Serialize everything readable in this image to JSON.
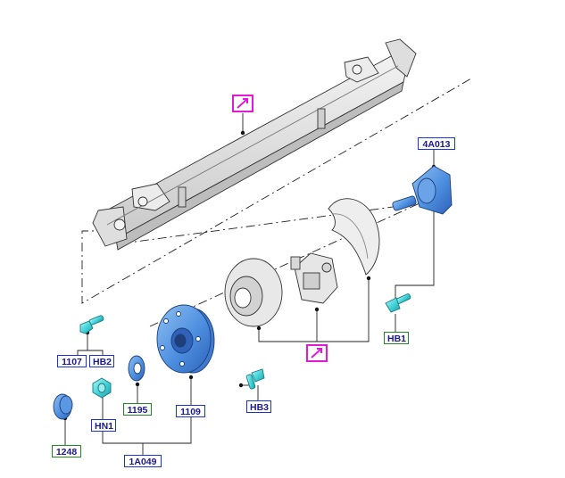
{
  "callouts": {
    "c4A013": "4A013",
    "c1107": "1107",
    "cHB2": "HB2",
    "c1195": "1195",
    "c1109": "1109",
    "cHB3": "HB3",
    "cHB1": "HB1",
    "cHN1": "HN1",
    "c1248": "1248",
    "c1A049": "1A049"
  },
  "icons": {
    "top_link": "arrow-link-icon",
    "bottom_link": "arrow-link-icon"
  },
  "colors": {
    "callout_blue": "#1a35d6",
    "callout_green": "#1f8a1f",
    "link_icon_magenta": "#e21ad8",
    "part_blue": "#4d8fe0",
    "part_cyan": "#3fd4d8",
    "part_gray": "#e2e2e2"
  }
}
